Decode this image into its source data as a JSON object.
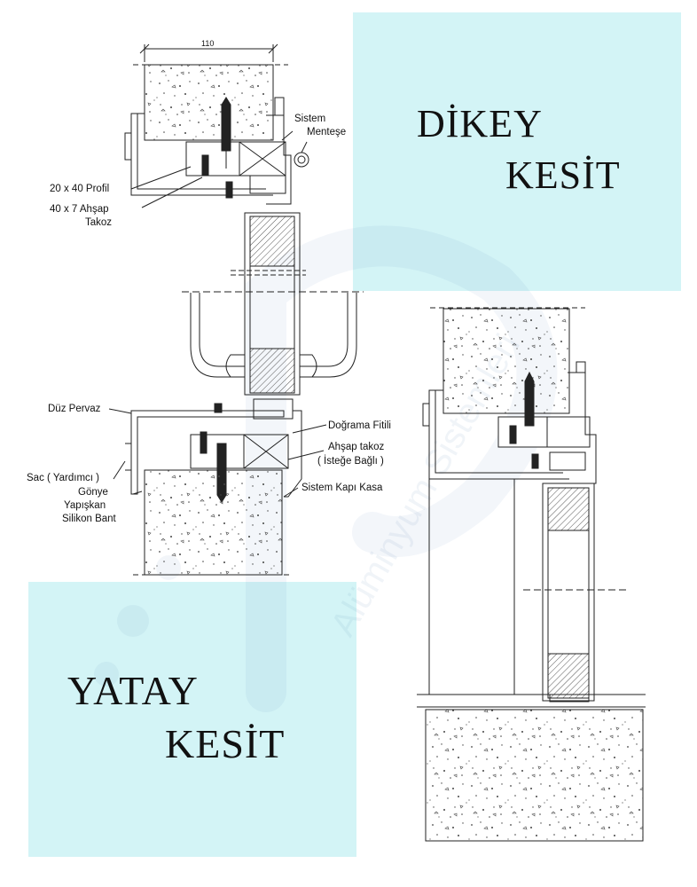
{
  "titles": {
    "dikey_line1": "DİKEY",
    "dikey_line2": "KESİT",
    "yatay_line1": "YATAY",
    "yatay_line2": "KESİT"
  },
  "dimension": {
    "width_label": "110"
  },
  "labels": {
    "sistem": "Sistem",
    "mentese": "Menteşe",
    "profil": "20 x 40 Profil",
    "ahsap_takoz_a": "40 x 7 Ahşap",
    "ahsap_takoz_b": "Takoz",
    "duz_pervaz": "Düz Pervaz",
    "dograma_fitili": "Doğrama Fitili",
    "ahsap_takoz_opt_a": "Ahşap takoz",
    "ahsap_takoz_opt_b": "( İsteğe Bağlı )",
    "sac": "Sac ( Yardımcı )",
    "gonye": "Gönye",
    "yapiskan": "Yapışkan",
    "silikon_bant": "Silikon Bant",
    "sistem_kapi_kasa": "Sistem Kapı Kasa"
  },
  "watermark": {
    "text": "Alüminyum Sistemleri"
  },
  "colors": {
    "panel": "#d3f4f6",
    "line": "#222222",
    "hatch": "#555555",
    "concrete_dot": "#444444"
  }
}
